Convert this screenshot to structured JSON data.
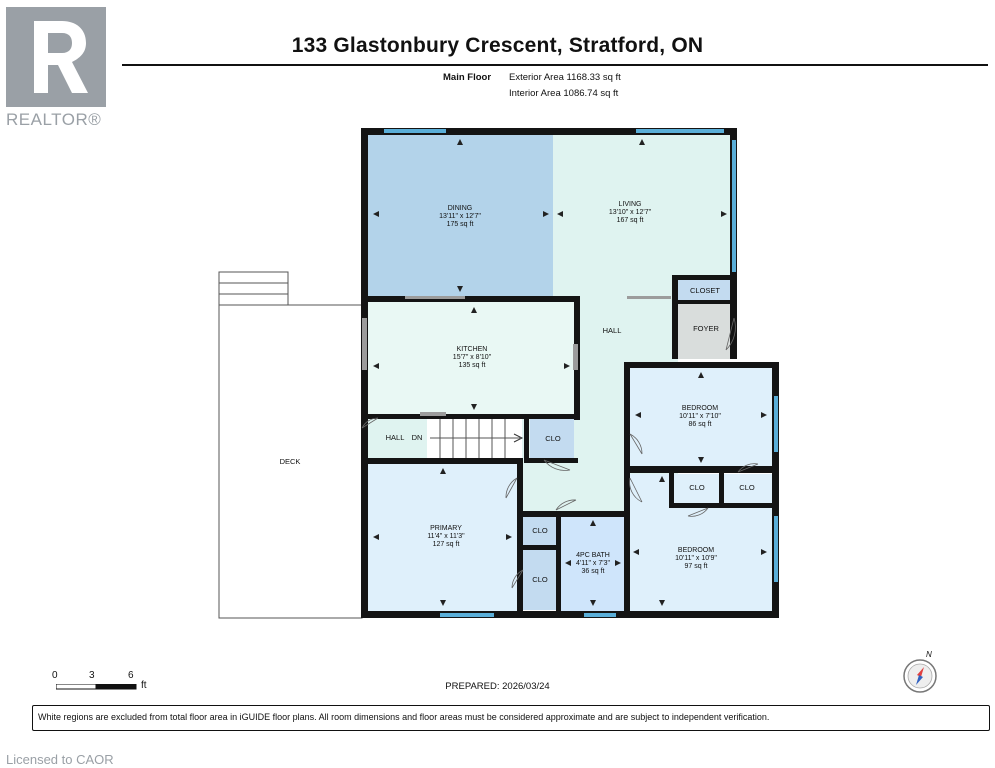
{
  "header": {
    "title": "133 Glastonbury Crescent, Stratford, ON",
    "floor_label": "Main Floor",
    "exterior_area": "Exterior Area 1168.33 sq ft",
    "interior_area": "Interior Area 1086.74 sq ft"
  },
  "branding": {
    "realtor": "REALTOR®",
    "licensed": "Licensed to CAOR"
  },
  "rooms": {
    "dining": {
      "name": "DINING",
      "dims": "13'11\" x 12'7\"",
      "area": "175 sq ft"
    },
    "living": {
      "name": "LIVING",
      "dims": "13'10\" x 12'7\"",
      "area": "167 sq ft"
    },
    "kitchen": {
      "name": "KITCHEN",
      "dims": "15'7\" x 8'10\"",
      "area": "135 sq ft"
    },
    "primary": {
      "name": "PRIMARY",
      "dims": "11'4\" x 11'3\"",
      "area": "127 sq ft"
    },
    "bedroom1": {
      "name": "BEDROOM",
      "dims": "10'11\" x 7'10\"",
      "area": "86 sq ft"
    },
    "bedroom2": {
      "name": "BEDROOM",
      "dims": "10'11\" x 10'9\"",
      "area": "97 sq ft"
    },
    "bath": {
      "name": "4PC BATH",
      "dims": "4'11\" x 7'3\"",
      "area": "36 sq ft"
    },
    "hall_main": "HALL",
    "hall_small": "HALL",
    "deck": "DECK",
    "closet": "CLOSET",
    "foyer": "FOYER",
    "clo": "CLO",
    "dn": "DN"
  },
  "scale": {
    "ticks": [
      "0",
      "3",
      "6"
    ],
    "unit": "ft"
  },
  "compass": {
    "north": "N"
  },
  "prepared": "PREPARED: 2026/03/24",
  "disclaimer": "White regions are excluded from total floor area in iGUIDE floor plans. All room dimensions and floor areas must be considered approximate and are subject to independent verification.",
  "colors": {
    "dining": "#b3d3ea",
    "living": "#dff3f0",
    "kitchen": "#e9f8f4",
    "primary": "#dff0fb",
    "bath": "#cfe5fb",
    "closet": "#c3dbf0",
    "foyer": "#d9dddc",
    "window": "#5aaed8",
    "wall": "#141414"
  }
}
